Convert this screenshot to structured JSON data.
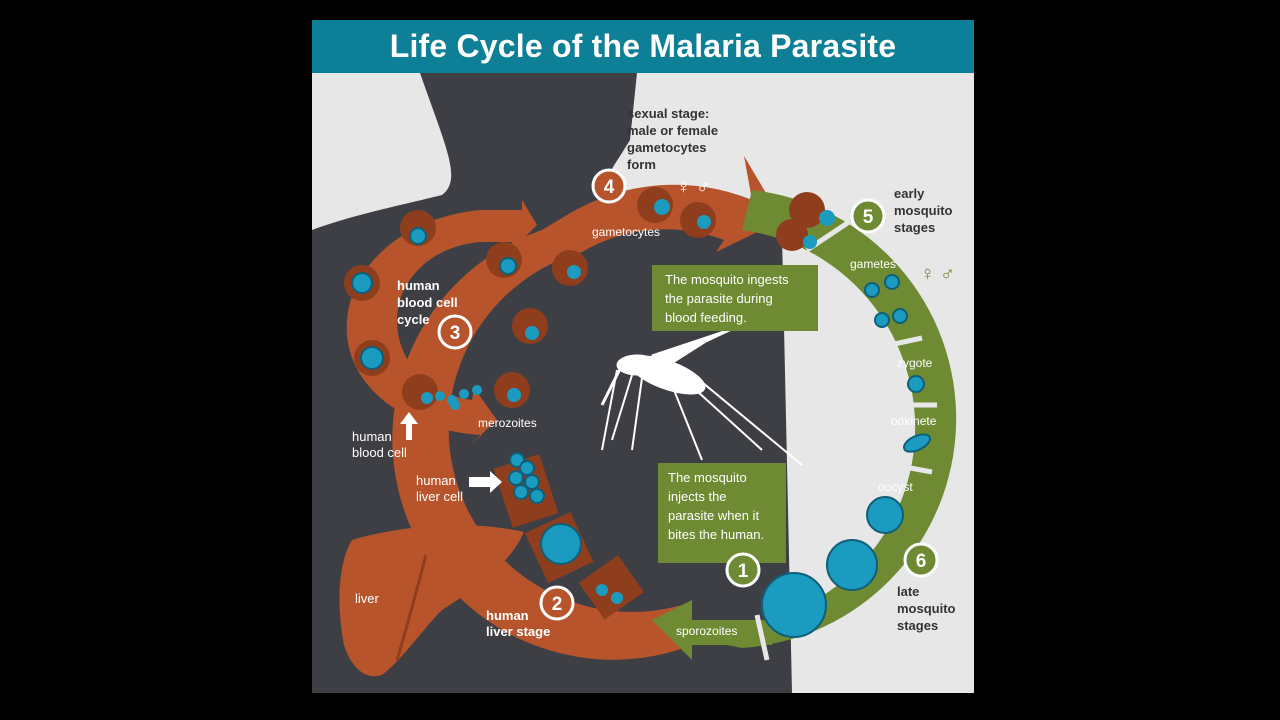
{
  "title": "Life Cycle of the Malaria Parasite",
  "colors": {
    "title_bar": "#0d7f96",
    "human_stage": "#b8542b",
    "mosquito_stage": "#6e8a32",
    "silhouette": "#3d3f45",
    "background": "#e7e7e8",
    "parasite": "#1a9bbf"
  },
  "stages": [
    {
      "number": "1",
      "label": "The mosquito injects the parasite when it bites the human."
    },
    {
      "number": "2",
      "label": "human liver stage"
    },
    {
      "number": "3",
      "label": "human blood cell cycle"
    },
    {
      "number": "4",
      "label": "sexual stage: male or female gametocytes form"
    },
    {
      "number": "5",
      "label": "early mosquito stages"
    },
    {
      "number": "6",
      "label": "late mosquito stages"
    }
  ],
  "labels": {
    "gametocytes": "gametocytes",
    "merozoites": "merozoites",
    "sporozoites": "sporozoites",
    "gametes": "gametes",
    "zygote": "zygote",
    "ookinete": "ookinete",
    "oocyst": "oocyst",
    "human_blood_cell": "human blood cell",
    "human_liver_cell": "human liver cell",
    "liver": "liver",
    "mosquito_ingests": "The mosquito ingests the parasite during blood feeding.",
    "mosquito_injects": "The mosquito injects the parasite when it bites the human."
  },
  "symbols": {
    "female": "♀",
    "male": "♂"
  }
}
